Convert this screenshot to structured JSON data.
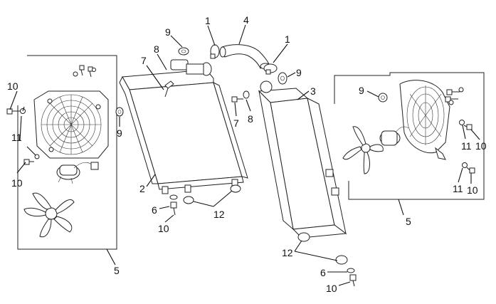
{
  "callouts": [
    {
      "id": "c-10-a",
      "text": "10"
    },
    {
      "id": "c-11-a",
      "text": "11"
    },
    {
      "id": "c-10-b",
      "text": "10"
    },
    {
      "id": "c-5-a",
      "text": "5"
    },
    {
      "id": "c-9-a",
      "text": "9"
    },
    {
      "id": "c-9-b",
      "text": "9"
    },
    {
      "id": "c-8-a",
      "text": "8"
    },
    {
      "id": "c-7-a",
      "text": "7"
    },
    {
      "id": "c-1-a",
      "text": "1"
    },
    {
      "id": "c-4",
      "text": "4"
    },
    {
      "id": "c-1-b",
      "text": "1"
    },
    {
      "id": "c-9-c",
      "text": "9"
    },
    {
      "id": "c-3",
      "text": "3"
    },
    {
      "id": "c-7-b",
      "text": "7"
    },
    {
      "id": "c-8-b",
      "text": "8"
    },
    {
      "id": "c-2",
      "text": "2"
    },
    {
      "id": "c-6-a",
      "text": "6"
    },
    {
      "id": "c-10-c",
      "text": "10"
    },
    {
      "id": "c-12-a",
      "text": "12"
    },
    {
      "id": "c-9-d",
      "text": "9"
    },
    {
      "id": "c-11-b",
      "text": "11"
    },
    {
      "id": "c-10-d",
      "text": "10"
    },
    {
      "id": "c-11-c",
      "text": "11"
    },
    {
      "id": "c-10-e",
      "text": "10"
    },
    {
      "id": "c-5-b",
      "text": "5"
    },
    {
      "id": "c-12-b",
      "text": "12"
    },
    {
      "id": "c-6-b",
      "text": "6"
    },
    {
      "id": "c-10-f",
      "text": "10"
    }
  ]
}
